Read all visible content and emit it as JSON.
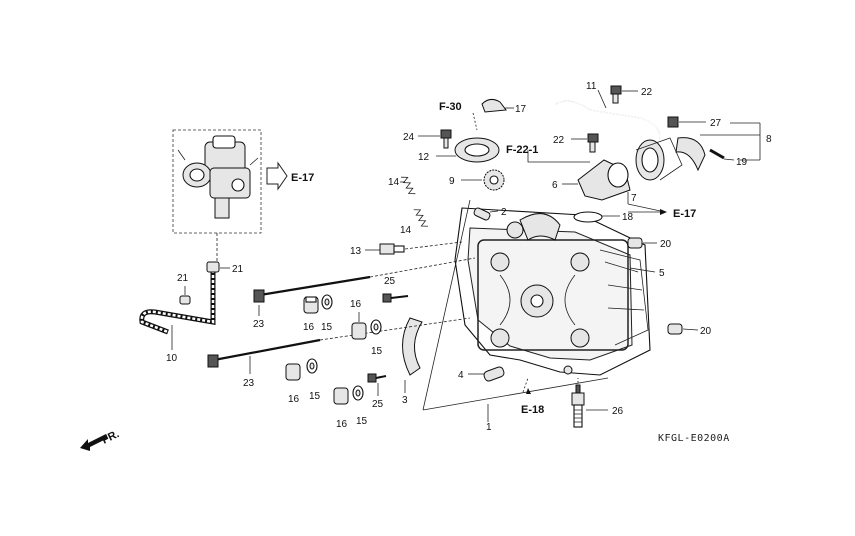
{
  "diagram_code": "KFGL-E0200A",
  "front_marker": "FR.",
  "refs": {
    "e17_top": "E-17",
    "e17_right": "E-17",
    "f30": "F-30",
    "f22": "F-22-1",
    "e18": "E-18"
  },
  "callouts": {
    "c1": "1",
    "c2": "2",
    "c3": "3",
    "c4": "4",
    "c5": "5",
    "c6": "6",
    "c7": "7",
    "c8": "8",
    "c9": "9",
    "c10": "10",
    "c11": "11",
    "c12": "12",
    "c13": "13",
    "c14a": "14",
    "c14b": "14",
    "c15a": "15",
    "c15b": "15",
    "c15c": "15",
    "c15d": "15",
    "c16a": "16",
    "c16b": "16",
    "c16c": "16",
    "c16d": "16",
    "c17": "17",
    "c18": "18",
    "c19": "19",
    "c20a": "20",
    "c20b": "20",
    "c21a": "21",
    "c21b": "21",
    "c22a": "22",
    "c22b": "22",
    "c23a": "23",
    "c23b": "23",
    "c24": "24",
    "c25a": "25",
    "c25b": "25",
    "c26": "26",
    "c27": "27"
  }
}
